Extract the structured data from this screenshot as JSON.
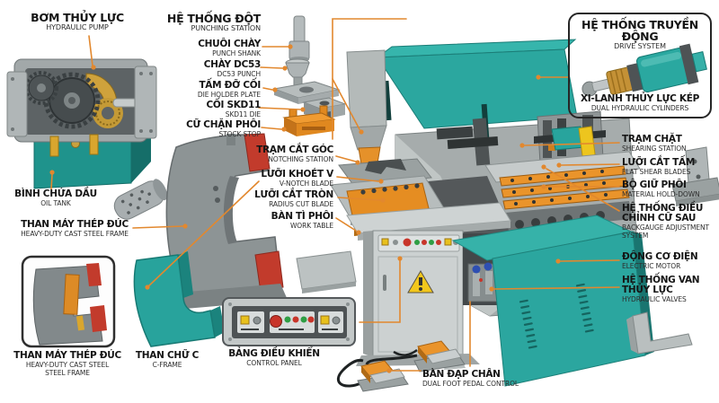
{
  "meta": {
    "background": "#ffffff",
    "teal": "#2ba79f",
    "teal_dark": "#1b7d77",
    "orange_accent": "#e5912a",
    "leader_orange": "#e2882e",
    "red_accent": "#c23b2c",
    "warning_yellow": "#f2c71c",
    "motor_blue": "#3b50b2",
    "text_dark": "#151515"
  },
  "labels": {
    "pump": {
      "vi": "BƠM THỦY LỰC",
      "en": "HYDRAULIC PUMP"
    },
    "punching_station": {
      "vi": "HỆ THỐNG ĐỘT",
      "en": "PUNCHING STATION"
    },
    "punch_shank": {
      "vi": "CHUÔI CHÀY",
      "en": "PUNCH SHANK"
    },
    "dc53_punch": {
      "vi": "CHÀY DC53",
      "en": "DC53 PUNCH"
    },
    "die_holder": {
      "vi": "TẤM ĐỠ CỐI",
      "en": "DIE HOLDER PLATE"
    },
    "skd11_die": {
      "vi": "CỐI SKD11",
      "en": "SKD11 DIE"
    },
    "stock_stop": {
      "vi": "CỮ CHẶN PHÔI",
      "en": "STOCK STOP"
    },
    "drive_system": {
      "vi": "HỆ THỐNG TRUYỀN ĐỘNG",
      "en": "DRIVE SYSTEM"
    },
    "dual_cylinders": {
      "vi": "XI-LANH THỦY LỰC KÉP",
      "en": "DUAL HYDRAULIC CYLINDERS"
    },
    "oil_tank": {
      "vi": "BÌNH CHỨA DẦU",
      "en": "OIL TANK"
    },
    "cast_frame": {
      "vi": "THAN MÁY THÉP ĐÚC",
      "en": "HEAVY-DUTY CAST STEEL FRAME"
    },
    "notching_station": {
      "vi": "TRẠM CẮT GÓC",
      "en": "NOTCHING STATION"
    },
    "v_notch_blade": {
      "vi": "LƯỠI KHOÉT V",
      "en": "V-NOTCH BLADE"
    },
    "radius_cut_blade": {
      "vi": "LƯỠI CẮT TRÒN",
      "en": "RADIUS CUT BLADE"
    },
    "work_table": {
      "vi": "BÀN TÌ PHÔI",
      "en": "WORK TABLE"
    },
    "shearing_station": {
      "vi": "TRẠM CHẶT",
      "en": "SHEARING STATION"
    },
    "flat_shear_blades": {
      "vi": "LƯỠI CẮT TẤM",
      "en": "FLAT SHEAR BLADES"
    },
    "material_hold_down": {
      "vi": "BỘ GIỮ PHÔI",
      "en": "MATERIAL HOLD-DOWN"
    },
    "backgauge": {
      "vi1": "HỆ THỐNG ĐIỀU",
      "vi2": "CHỈNH CỮ SAU",
      "en1": "BACKGAUGE ADJUSTMENT",
      "en2": "SYSTEM"
    },
    "electric_motor": {
      "vi": "ĐỘNG CƠ ĐIỆN",
      "en": "ELECTRIC MOTOR"
    },
    "hydraulic_valves": {
      "vi1": "HỆ THỐNG VAN",
      "vi2": "THỦY LỰC",
      "en": "HYDRAULIC VALVES"
    },
    "cast_frame_photo": {
      "vi": "THAN MÁY THÉP ĐÚC",
      "en1": "HEAVY-DUTY CAST STEEL",
      "en2": "STEEL FRAME"
    },
    "c_frame": {
      "vi": "THAN CHỮ C",
      "en": "C-FRAME"
    },
    "control_panel": {
      "vi": "BẢNG ĐIỀU KHIỂN",
      "en": "CONTROL PANEL"
    },
    "foot_pedal": {
      "vi": "BÀN ĐẠP CHÂN",
      "en": "DUAL FOOT PEDAL CONTROL"
    }
  }
}
